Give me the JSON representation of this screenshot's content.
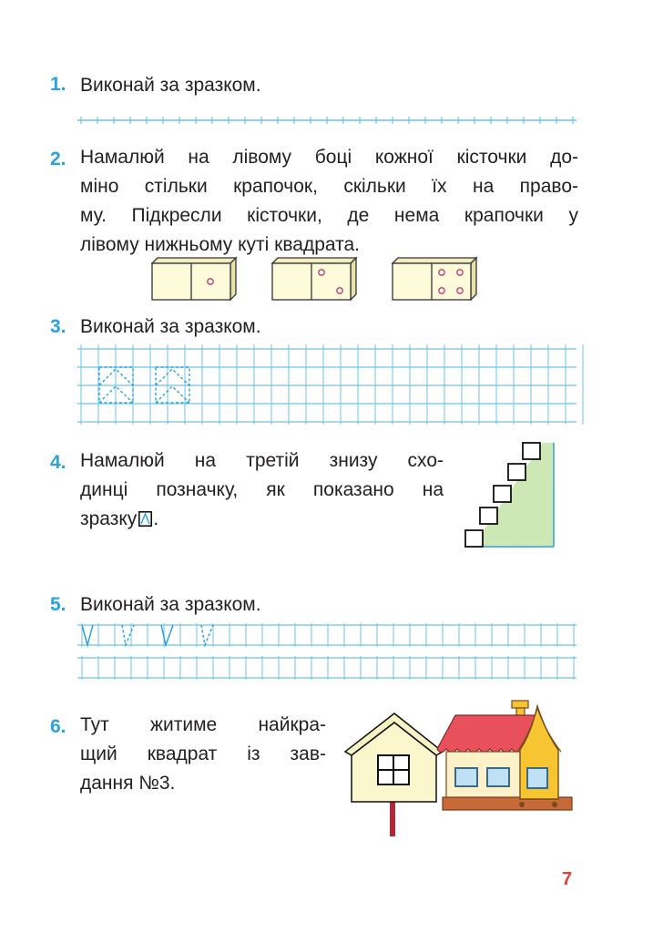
{
  "tasks": [
    {
      "number": "1.",
      "text": "Виконай за зразком."
    },
    {
      "number": "2.",
      "text": "Намалюй на лівому боці кожної кісточки доміно стільки крапочок, скільки їх на правому. Підкресли кісточки, де нема крапочки у лівому нижньому куті квадрата.",
      "lines": [
        "Намалюй на лівому боці кожної кісточки до-",
        "міно стільки крапочок, скільки їх на право-",
        "му. Підкресли кісточки, де нема крапочки у",
        "лівому нижньому куті квадрата."
      ]
    },
    {
      "number": "3.",
      "text": "Виконай за зразком."
    },
    {
      "number": "4.",
      "lines": [
        "Намалюй на третій знизу схо-",
        "динці позначку, як показано на",
        "зразку"
      ],
      "after_icon": "."
    },
    {
      "number": "5.",
      "text": "Виконай за зразком."
    },
    {
      "number": "6.",
      "lines": [
        "Тут житиме найкра-",
        "щий квадрат із зав-",
        "дання №3."
      ]
    }
  ],
  "domino_right_dots": [
    1,
    2,
    4
  ],
  "page_number": "7",
  "colors": {
    "accent_blue": "#29a3db",
    "grid_blue": "#6cc3e8",
    "domino_fill": "#fdfbd9",
    "stairs_green": "#cde8b4",
    "roof_red": "#e8505b",
    "house_yellow": "#f7c531",
    "page_number_red": "#e2403a"
  },
  "icons": [
    "domino-icon",
    "staircase-icon",
    "birdhouse-icon",
    "house-icon",
    "sample-mark-icon"
  ]
}
